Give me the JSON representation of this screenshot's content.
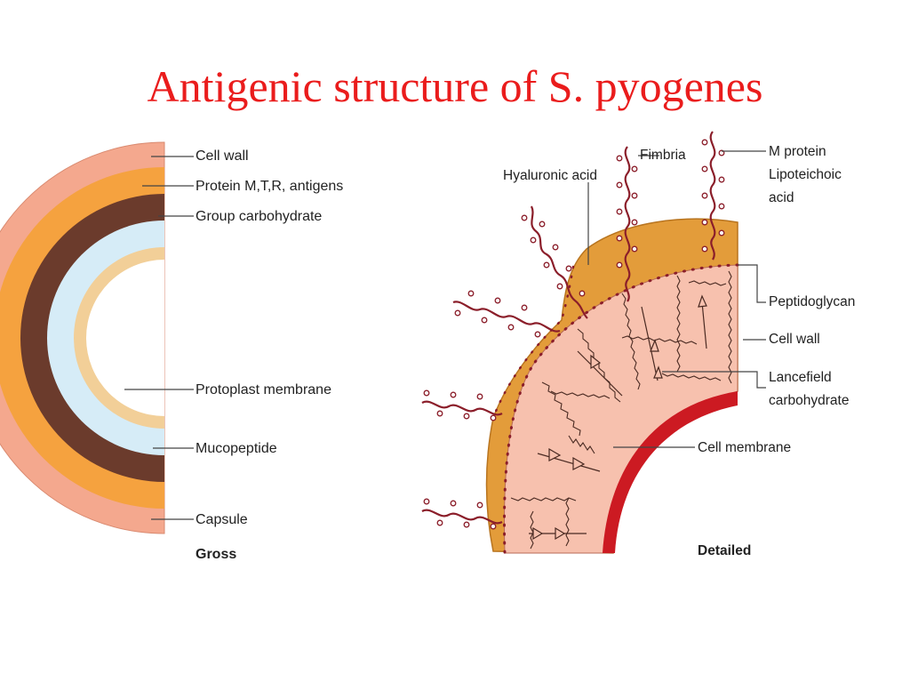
{
  "title": "Antigenic structure of S. pyogenes",
  "gross": {
    "caption": "Gross",
    "labels": {
      "cell_wall": "Cell wall",
      "protein": "Protein M,T,R, antigens",
      "group_carbohydrate": "Group carbohydrate",
      "protoplast_membrane": "Protoplast membrane",
      "mucopeptide": "Mucopeptide",
      "capsule": "Capsule"
    }
  },
  "detailed": {
    "caption": "Detailed",
    "labels": {
      "hyaluronic_acid": "Hyaluronic acid",
      "fimbria": "Fimbria",
      "m_protein": "M protein",
      "lipoteichoic_1": "Lipoteichoic",
      "lipoteichoic_2": "acid",
      "peptidoglycan": "Peptidoglycan",
      "cell_wall": "Cell wall",
      "lancefield_1": "Lancefield",
      "lancefield_2": "carbohydrate",
      "cell_membrane": "Cell  membrane"
    }
  },
  "colors": {
    "title": "#ea1c1c",
    "capsule": "#f4a88e",
    "protein_layer": "#f5a23f",
    "group_carbohydrate": "#6b3b2c",
    "mucopeptide": "#d6ecf7",
    "protoplast": "#f2cf98",
    "detailed_outer": "#e39c3a",
    "detailed_wall": "#f7c1ae",
    "membrane": "#cc1a22",
    "fimbria": "#8b1e2a"
  }
}
